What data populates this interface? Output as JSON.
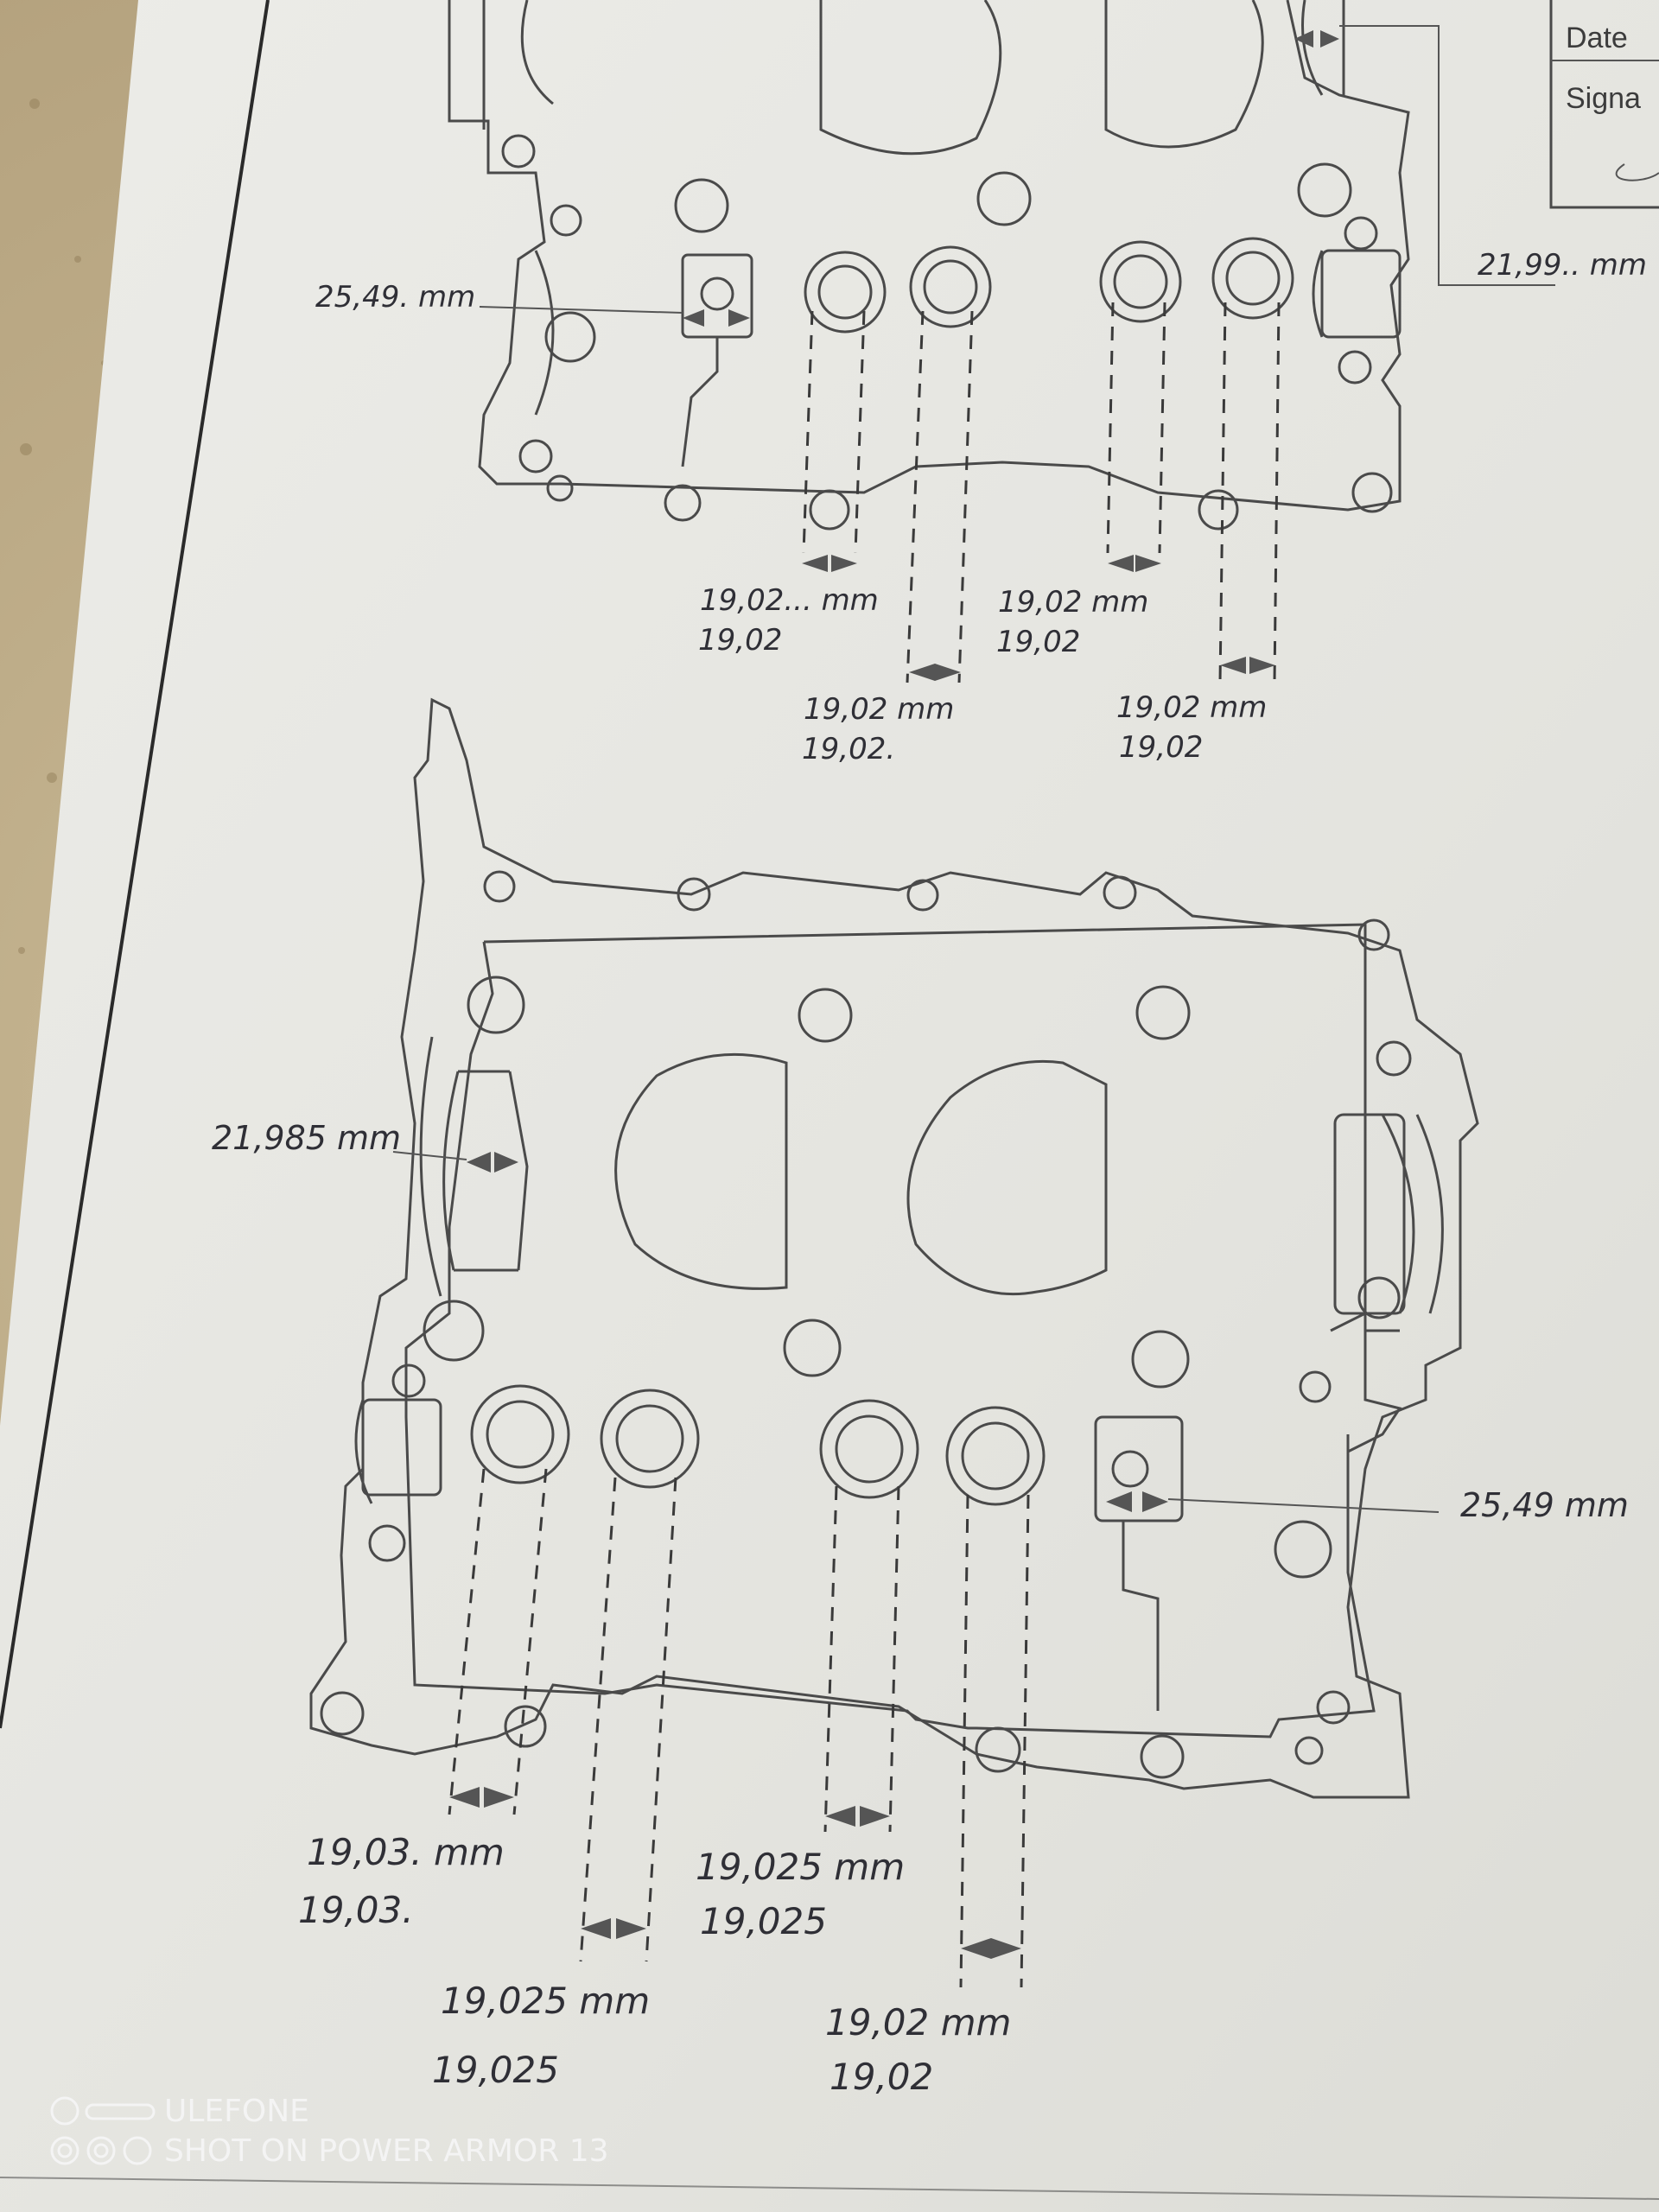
{
  "watermark": {
    "brand": "ULEFONE",
    "model": "SHOT ON POWER ARMOR 13"
  },
  "header_box": {
    "date_label": "Date",
    "signature_label": "Signa"
  },
  "unit": "mm",
  "upper_half": {
    "measurements": [
      {
        "printed": "25,49. mm",
        "unit": "mm"
      },
      {
        "printed": "21,99.. mm",
        "unit": "mm"
      },
      {
        "printed": "19,02... mm",
        "second": "19,02",
        "unit": "mm"
      },
      {
        "printed": "19,02 mm",
        "second": "19,02",
        "unit": "mm"
      },
      {
        "printed": "19,02 mm",
        "second": "19,02.",
        "unit": "mm"
      },
      {
        "printed": "19,02 mm",
        "second": "19,02",
        "unit": "mm"
      }
    ]
  },
  "lower_half": {
    "measurements": [
      {
        "printed": "21,985 mm"
      },
      {
        "printed": "25,49 mm"
      },
      {
        "printed": "19,03. mm",
        "second": "19,03."
      },
      {
        "printed": "19,025 mm",
        "second": "19,025"
      },
      {
        "printed": "19,025 mm",
        "second": "19,025"
      },
      {
        "printed": "19,02 mm",
        "second": "19,02"
      }
    ]
  },
  "colors": {
    "paper": "#e9e9e4",
    "countertop": "#b9a888",
    "line": "#4a4a4a",
    "watermark": "#f4f4f4"
  }
}
